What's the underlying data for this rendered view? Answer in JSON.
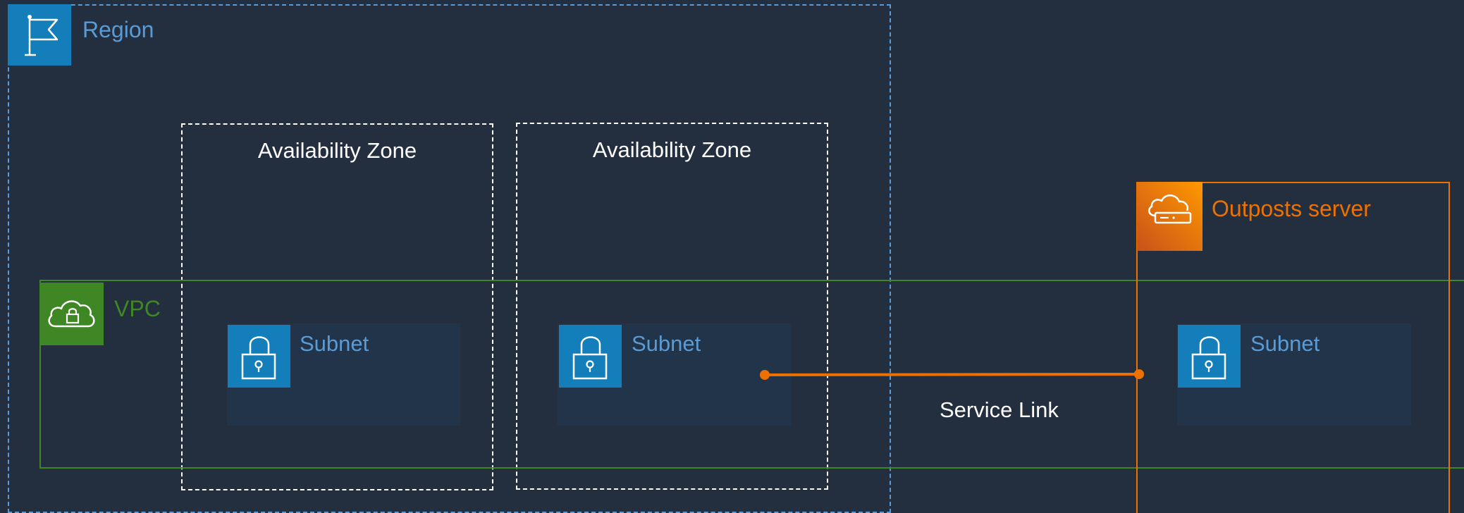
{
  "region": {
    "label": "Region"
  },
  "availability_zones": [
    {
      "label": "Availability Zone"
    },
    {
      "label": "Availability Zone"
    }
  ],
  "vpc": {
    "label": "VPC"
  },
  "subnets": [
    {
      "label": "Subnet"
    },
    {
      "label": "Subnet"
    },
    {
      "label": "Subnet"
    }
  ],
  "outposts": {
    "label": "Outposts server"
  },
  "service_link": {
    "label": "Service Link"
  },
  "colors": {
    "background": "#232f3e",
    "region": "#5b9bd5",
    "vpc": "#3f8624",
    "subnet_icon": "#147eba",
    "subnet_fill": "#213449",
    "outposts": "#ed7100",
    "service_link": "#ed7100"
  },
  "icons": {
    "region": "flag-icon",
    "vpc": "cloud-lock-icon",
    "subnet": "padlock-icon",
    "outposts": "cloud-server-icon"
  }
}
